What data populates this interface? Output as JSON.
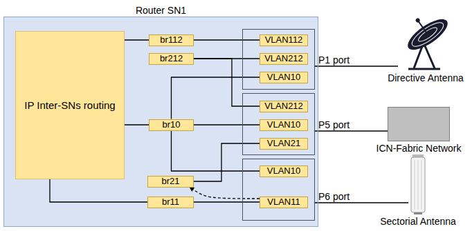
{
  "diagram": {
    "nodes": [
      {
        "text": [
          "Router SN1"
        ]
      },
      {
        "text": [
          "IP Inter-SNs routing"
        ],
        "in": 0
      },
      {
        "text": [
          "br112"
        ],
        "in": 0
      },
      {
        "text": [
          "br212"
        ],
        "in": 0
      },
      {
        "text": [
          "P1 port"
        ],
        "in": 0
      },
      {
        "text": [
          "VLAN112"
        ],
        "in": 4
      },
      {
        "text": [
          "VLAN212"
        ],
        "in": 4
      },
      {
        "text": [
          "VLAN10"
        ],
        "in": 4
      },
      {
        "text": [
          "Directive Antenna"
        ]
      },
      {
        "text": [
          "br10"
        ],
        "in": 0
      },
      {
        "text": [
          "P5 port"
        ],
        "in": 0
      },
      {
        "text": [
          "VLAN212"
        ],
        "in": 10
      },
      {
        "text": [
          "VLAN10"
        ],
        "in": 10
      },
      {
        "text": [
          "VLAN21"
        ],
        "in": 10
      },
      {
        "text": [
          "ICN-Fabric Network"
        ]
      },
      {
        "text": [
          "br21"
        ],
        "in": 0
      },
      {
        "text": [
          "br11"
        ],
        "in": 0
      },
      {
        "text": [
          "P6 port"
        ],
        "in": 0
      },
      {
        "text": [
          "VLAN10"
        ],
        "in": 17
      },
      {
        "text": [
          "VLAN11"
        ],
        "in": 17
      },
      {
        "text": [
          "Sectorial Antenna"
        ]
      }
    ],
    "edges": [
      {
        "from": 1,
        "to": 2,
        "arrow": "none"
      },
      {
        "from": 2,
        "to": 5,
        "arrow": "none"
      },
      {
        "from": 3,
        "to": 6,
        "arrow": "none"
      },
      {
        "from": 3,
        "to": 11,
        "arrow": "none"
      },
      {
        "from": 1,
        "to": 9,
        "arrow": "none"
      },
      {
        "from": 9,
        "to": 12,
        "arrow": "none"
      },
      {
        "from": 9,
        "to": 7,
        "arrow": "none"
      },
      {
        "from": 9,
        "to": 18,
        "arrow": "none"
      },
      {
        "from": 15,
        "to": 13,
        "arrow": "none"
      },
      {
        "from": 1,
        "to": 16,
        "arrow": "none"
      },
      {
        "from": 16,
        "to": 19,
        "arrow": "none"
      },
      {
        "from": 19,
        "to": 15,
        "arrow": "to"
      },
      {
        "from": 4,
        "to": 8,
        "arrow": "none"
      },
      {
        "from": 10,
        "to": 14,
        "arrow": "none"
      },
      {
        "from": 17,
        "to": 20,
        "arrow": "none"
      }
    ]
  }
}
